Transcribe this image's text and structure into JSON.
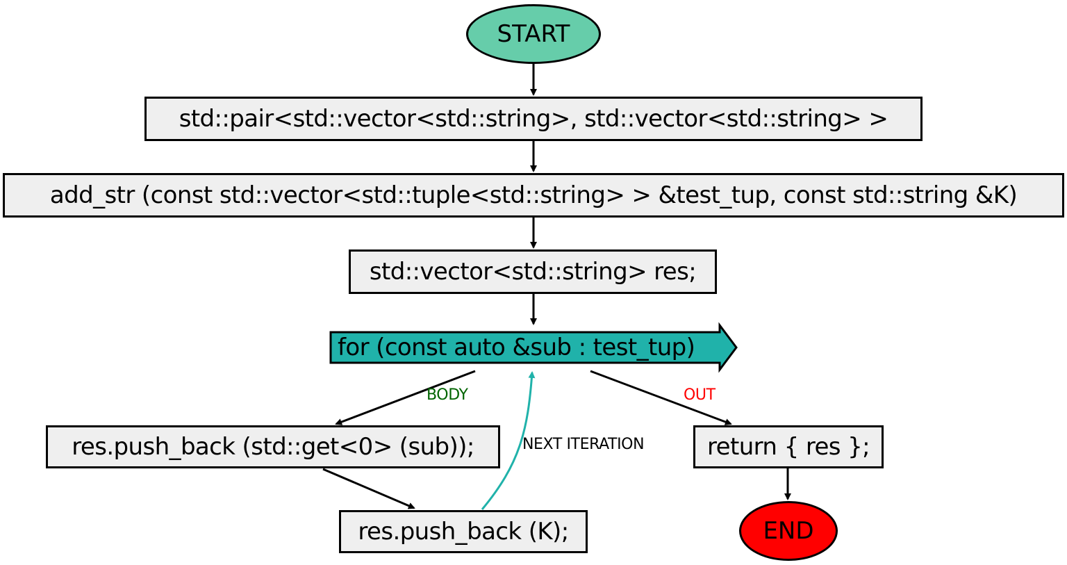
{
  "nodes": {
    "start": "START",
    "pair_decl": "std::pair<std::vector<std::string>, std::vector<std::string> >",
    "func_sig": "add_str (const std::vector<std::tuple<std::string> > &test_tup, const std::string &K)",
    "res_decl": "std::vector<std::string> res;",
    "loop": "for (const auto &sub : test_tup)",
    "push_get": "res.push_back (std::get<0> (sub));",
    "push_k": "res.push_back (K);",
    "return_stmt": "return { res };",
    "end": "END"
  },
  "edges": {
    "body": "BODY",
    "out": "OUT",
    "next_iteration": "NEXT ITERATION"
  },
  "colors": {
    "start_fill": "#66cdaa",
    "end_fill": "#ff0000",
    "loop_fill": "#20b2aa",
    "box_fill": "#efefef",
    "body_label": "#006400",
    "out_label": "#ff0000",
    "loop_back_edge": "#20b2aa"
  }
}
